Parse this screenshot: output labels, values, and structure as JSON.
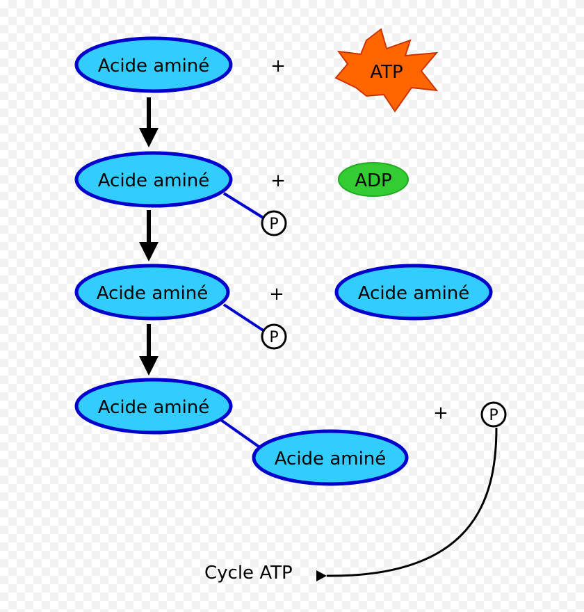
{
  "labels": {
    "amino_acid": "Acide aminé",
    "atp": "ATP",
    "adp": "ADP",
    "phosphate": "P",
    "plus": "+",
    "cycle": "Cycle ATP"
  },
  "colors": {
    "amino_fill": "#33ccff",
    "amino_stroke": "#0000cc",
    "atp_fill": "#ff6600",
    "atp_stroke": "#cc3300",
    "adp_fill": "#33cc33",
    "adp_stroke": "#22aa22",
    "bond": "#0000cc",
    "arrow": "#000000"
  },
  "icons": {
    "phosphate": "circled-p-icon",
    "atp": "starburst-icon",
    "arrow": "arrow-down-icon"
  }
}
